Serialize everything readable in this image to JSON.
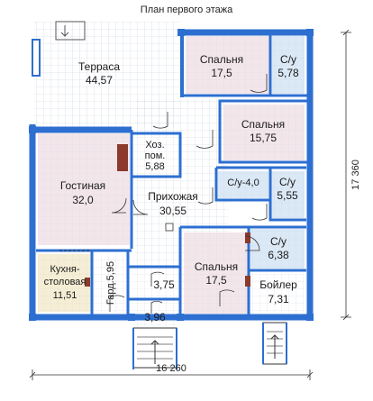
{
  "plan": {
    "title": "План первого этажа",
    "dim_width": "16 260",
    "dim_height": "17 360",
    "colors": {
      "wall": "#2d6fd1",
      "grid": "#c8d0dc",
      "bedroom": "#f3e6ea",
      "living": "#f3e6ea",
      "bath": "#dbe9f6",
      "kitchen": "#f6eed4",
      "terrace": "#ffffff",
      "hall": "#ffffff"
    },
    "rooms": {
      "terrace": {
        "name": "Терраса",
        "area": "44,57"
      },
      "bedroom1": {
        "name": "Спальня",
        "area": "17,5"
      },
      "bath1": {
        "name": "С/у",
        "area": "5,78"
      },
      "bedroom2": {
        "name": "Спальня",
        "area": "15,75"
      },
      "storage_1": {
        "name": "Хоз.",
        "area": "пом."
      },
      "storage_area": "5,88",
      "living": {
        "name": "Гостиная",
        "area": "32,0"
      },
      "bath2": {
        "name": "С/у-4,0"
      },
      "bath3": {
        "name": "С/у",
        "area": "5,55"
      },
      "hall": {
        "name": "Прихожая",
        "area": "30,55"
      },
      "bath4": {
        "name": "С/у",
        "area": "6,38"
      },
      "kitchen": {
        "name_1": "Кухня-",
        "name_2": "столовая",
        "area": "11,51"
      },
      "wardrobe": {
        "name": "Гард.5,95"
      },
      "vestibule": {
        "area": "3,75"
      },
      "bedroom3": {
        "name": "Спальня",
        "area": "17,5"
      },
      "boiler": {
        "name": "Бойлер",
        "area": "7,31"
      },
      "porch": {
        "area": "3,96"
      }
    }
  }
}
